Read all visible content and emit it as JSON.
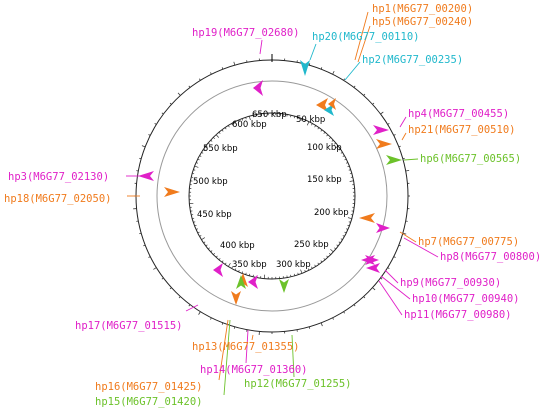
{
  "genome": {
    "size_kbp": 680,
    "scale_labels": [
      "50 kbp",
      "100 kbp",
      "150 kbp",
      "200 kbp",
      "250 kbp",
      "300 kbp",
      "350 kbp",
      "400 kbp",
      "450 kbp",
      "500 kbp",
      "550 kbp",
      "600 kbp",
      "650 kbp"
    ]
  },
  "colors": {
    "orange": "#F07B1D",
    "magenta": "#E020C8",
    "cyan": "#20B8CC",
    "green": "#6CC22A"
  },
  "features": [
    {
      "name": "hp1(M6G77_00200)",
      "color": "orange",
      "direction": "reverse"
    },
    {
      "name": "hp5(M6G77_00240)",
      "color": "orange",
      "direction": "reverse"
    },
    {
      "name": "hp20(M6G77_00110)",
      "color": "cyan",
      "direction": "reverse"
    },
    {
      "name": "hp2(M6G77_00235)",
      "color": "cyan",
      "direction": "forward"
    },
    {
      "name": "hp19(M6G77_02680)",
      "color": "magenta",
      "direction": "reverse"
    },
    {
      "name": "hp4(M6G77_00455)",
      "color": "magenta",
      "direction": "forward"
    },
    {
      "name": "hp21(M6G77_00510)",
      "color": "orange",
      "direction": "forward"
    },
    {
      "name": "hp6(M6G77_00565)",
      "color": "green",
      "direction": "forward"
    },
    {
      "name": "hp3(M6G77_02130)",
      "color": "magenta",
      "direction": "forward"
    },
    {
      "name": "hp18(M6G77_02050)",
      "color": "orange",
      "direction": "forward"
    },
    {
      "name": "hp7(M6G77_00775)",
      "color": "orange",
      "direction": "reverse"
    },
    {
      "name": "hp8(M6G77_00800)",
      "color": "magenta",
      "direction": "forward"
    },
    {
      "name": "hp9(M6G77_00930)",
      "color": "magenta",
      "direction": "forward"
    },
    {
      "name": "hp10(M6G77_00940)",
      "color": "magenta",
      "direction": "forward"
    },
    {
      "name": "hp11(M6G77_00980)",
      "color": "magenta",
      "direction": "forward"
    },
    {
      "name": "hp17(M6G77_01515)",
      "color": "magenta",
      "direction": "forward"
    },
    {
      "name": "hp13(M6G77_01355)",
      "color": "orange",
      "direction": "forward"
    },
    {
      "name": "hp14(M6G77_01360)",
      "color": "magenta",
      "direction": "forward"
    },
    {
      "name": "hp12(M6G77_01255)",
      "color": "green",
      "direction": "forward"
    },
    {
      "name": "hp16(M6G77_01425)",
      "color": "orange",
      "direction": "forward"
    },
    {
      "name": "hp15(M6G77_01420)",
      "color": "green",
      "direction": "forward"
    }
  ]
}
